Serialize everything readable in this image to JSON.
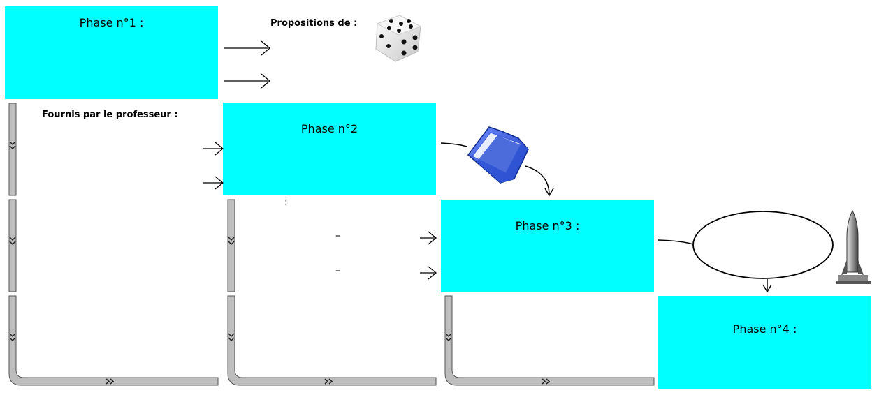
{
  "phases": [
    {
      "id": "phase-1",
      "title": "Phase n°1 :"
    },
    {
      "id": "phase-2",
      "title": "Phase n°2"
    },
    {
      "id": "phase-3",
      "title": "Phase n°3 :"
    },
    {
      "id": "phase-4",
      "title": "Phase n°4 :"
    }
  ],
  "labels": {
    "propositions": "Propositions de :",
    "fournis": "Fournis par le professeur :",
    "colon": ":",
    "dash_1": "–",
    "dash_2": "–"
  },
  "colors": {
    "phase_fill": "#00ffff",
    "rail": "#bdbdbd",
    "rail_edge": "#555555",
    "folder": "#2f55d4"
  },
  "icons": [
    "dice-icon",
    "folder-icon",
    "rocket-icon"
  ]
}
